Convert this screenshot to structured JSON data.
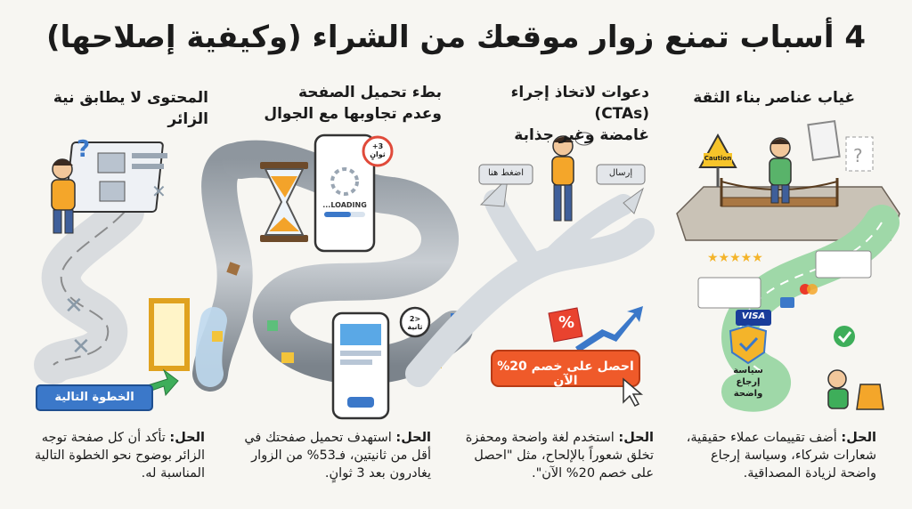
{
  "title": "4 أسباب تمنع زوار موقعك من الشراء (وكيفية إصلاحها)",
  "sections": [
    {
      "title_lines": [
        "غياب عناصر بناء الثقة"
      ],
      "solution_label": "الحل:",
      "solution_lines": [
        "أضف تقييمات عملاء حقيقية،",
        "شعارات شركاء، وسياسة إرجاع",
        "واضحة لزيادة المصداقية."
      ],
      "caution_label": "Caution",
      "visa_label": "VISA",
      "return_badge": [
        "سياسة إرجاع",
        "واضحة"
      ]
    },
    {
      "title_lines": [
        "دعوات لاتخاذ إجراء (CTAs)",
        "غامضة وغير جذابة"
      ],
      "solution_label": "الحل:",
      "solution_lines": [
        "استخدم لغة واضحة ومحفزة",
        "تخلق شعوراً بالإلحاح، مثل \"احصل",
        "على خصم 20% الآن\"."
      ],
      "button_left": "اضغط هنا",
      "button_right": "إرسال",
      "cta_button": "احصل على خصم 20% الآن",
      "percent_badge": "%"
    },
    {
      "title_lines": [
        "بطء تحميل الصفحة",
        "وعدم تجاوبها مع الجوال"
      ],
      "solution_label": "الحل:",
      "solution_lines": [
        "استهدف تحميل صفحتك في",
        "أقل من ثانيتين، فـ53% من الزوار",
        "يغادرون بعد 3 ثوانٍ."
      ],
      "loading_text": "LOADING...",
      "timer_top": [
        "3+",
        "ثوانٍ"
      ],
      "timer_bottom": [
        "<2",
        "ثانية"
      ]
    },
    {
      "title_lines": [
        "المحتوى لا يطابق نية الزائر"
      ],
      "solution_label": "الحل:",
      "solution_lines": [
        "تأكد أن كل صفحة توجه",
        "الزائر بوضوح نحو الخطوة التالية",
        "المناسبة له."
      ],
      "next_step_button": "الخطوة التالية"
    }
  ],
  "colors": {
    "accent_orange": "#f07a22",
    "accent_blue": "#3b78c9",
    "accent_green": "#3eae5a",
    "road_gray": "#c9ced4",
    "road_blue": "#b9d6ee",
    "road_green": "#9fd8a8"
  },
  "icons": [
    "question-mark-icon",
    "caution-sign-icon",
    "shield-check-icon",
    "hourglass-icon",
    "stopwatch-icon",
    "shopping-bag-icon",
    "check-circle-icon",
    "cursor-icon",
    "trend-arrow-icon",
    "star-icon"
  ]
}
